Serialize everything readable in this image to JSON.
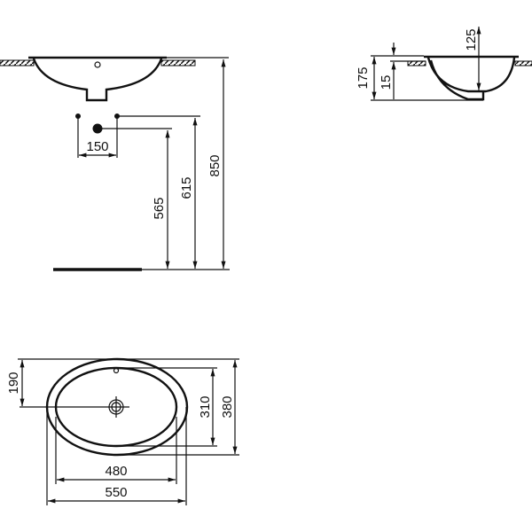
{
  "front_view": {
    "dim_tap_spacing": "150",
    "dim_waste_height": "565",
    "dim_tap_height": "615",
    "dim_rim_height": "850"
  },
  "side_view": {
    "dim_total_depth": "175",
    "dim_rim_thickness": "15",
    "dim_bowl_depth": "125"
  },
  "plan_view": {
    "dim_waste_offset": "190",
    "dim_inner_depth": "310",
    "dim_outer_depth": "380",
    "dim_inner_width": "480",
    "dim_outer_width": "550"
  },
  "colors": {
    "line": "#111111",
    "background": "#ffffff"
  }
}
